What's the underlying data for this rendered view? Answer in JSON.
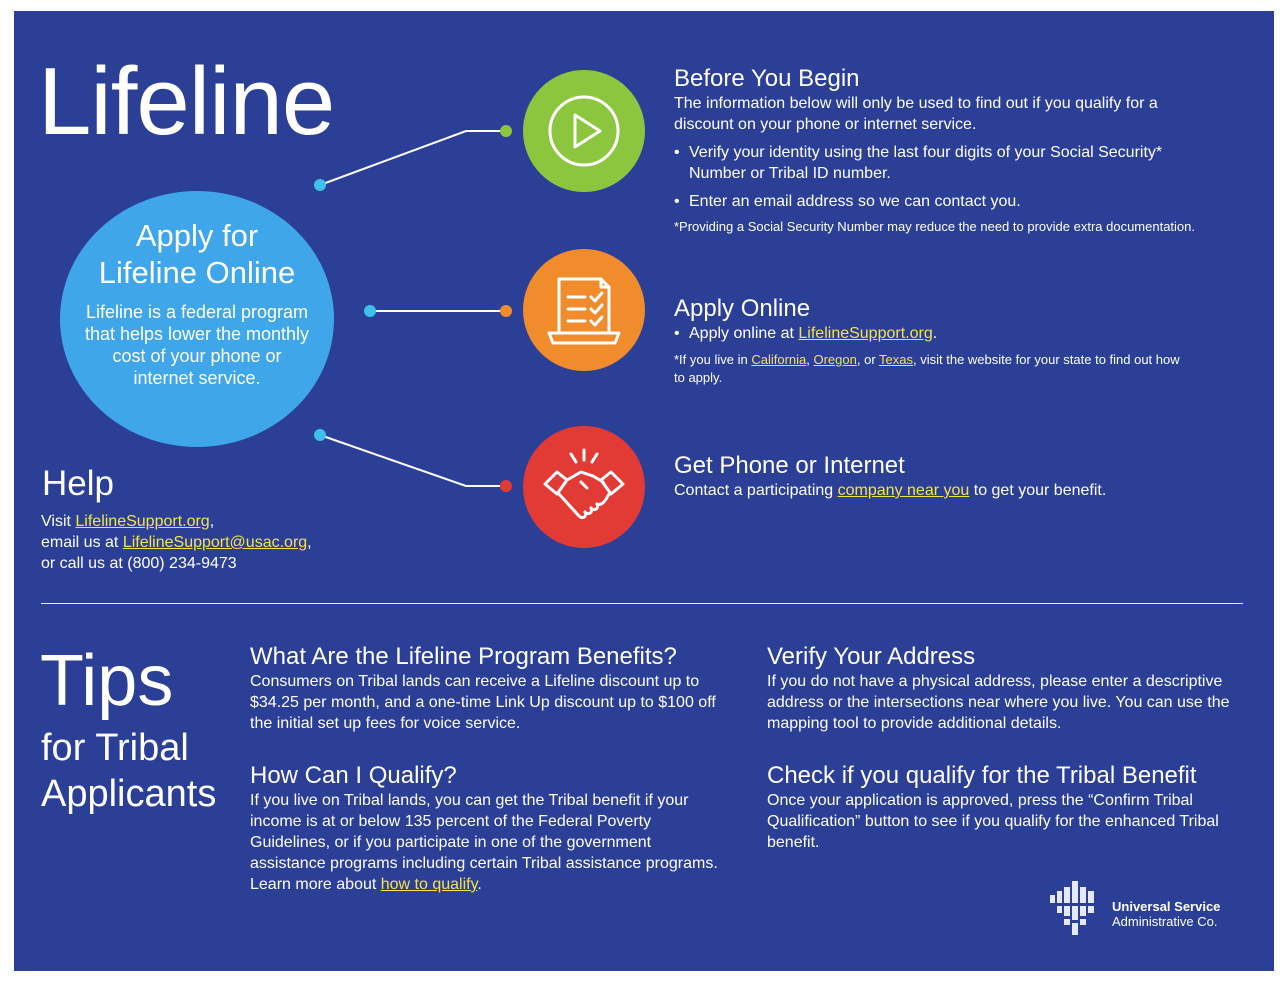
{
  "main_title": "Lifeline",
  "apply_circle": {
    "title_line1": "Apply for",
    "title_line2": "Lifeline Online",
    "body": "Lifeline is a federal program that helps lower the monthly cost of your phone or internet service."
  },
  "help": {
    "title": "Help",
    "visit_prefix": "Visit ",
    "visit_link": "LifelineSupport.org",
    "visit_suffix": ",",
    "email_prefix": "email us at ",
    "email_link": "LifelineSupport@usac.org",
    "email_suffix": ",",
    "call": "or call us at (800) 234-9473"
  },
  "steps": {
    "before": {
      "icon": "play-icon",
      "color": "#8cc63f",
      "heading": "Before You Begin",
      "intro": "The information below will only be used to find out if you qualify for a discount on your phone or internet service.",
      "bullets": [
        "Verify your identity using the last four digits of your Social Security* Number or Tribal ID number.",
        "Enter an email address so we can contact you."
      ],
      "note": "*Providing a Social Security Number may reduce the need to provide extra documentation."
    },
    "apply": {
      "icon": "checklist-laptop-icon",
      "color": "#f08c2c",
      "heading": "Apply Online",
      "bullet_prefix": "Apply online at ",
      "bullet_link": "LifelineSupport.org",
      "bullet_suffix": ".",
      "note_prefix": "*If you live in ",
      "note_link1": "California",
      "note_sep1": ", ",
      "note_link2": "Oregon",
      "note_sep2": ", or ",
      "note_link3": "Texas",
      "note_suffix": ", visit the website for your state to find out how to apply."
    },
    "get": {
      "icon": "handshake-icon",
      "color": "#e23b36",
      "heading": "Get Phone or Internet",
      "body_prefix": "Contact a participating ",
      "body_link": "company near you",
      "body_suffix": " to get your benefit."
    }
  },
  "tips": {
    "title": "Tips",
    "sub_line1": "for Tribal",
    "sub_line2": "Applicants",
    "benefits": {
      "heading": "What Are the Lifeline Program Benefits?",
      "body": "Consumers on Tribal lands can receive a Lifeline discount up to $34.25 per month, and a one-time Link Up discount up to $100 off the initial set up fees for voice service."
    },
    "qualify": {
      "heading": "How Can I Qualify?",
      "body_prefix": "If you live on Tribal lands, you can get the Tribal benefit if your income is at or below 135 percent of the Federal Poverty Guidelines, or if you participate in one of the government assistance programs including certain Tribal assistance programs. Learn more about ",
      "body_link": "how to qualify",
      "body_suffix": "."
    },
    "address": {
      "heading": "Verify Your Address",
      "body": "If you do not have a physical address, please enter a descriptive address or the intersections near where you live. You can use the mapping tool to provide additional details."
    },
    "check": {
      "heading": "Check if you qualify for the Tribal Benefit",
      "body": "Once your application is approved, press the “Confirm Tribal Qualification” button to see if you qualify for the enhanced Tribal benefit."
    }
  },
  "logo": {
    "icon": "usac-logo-icon",
    "line1": "Universal Service",
    "line2": "Administrative Co."
  }
}
